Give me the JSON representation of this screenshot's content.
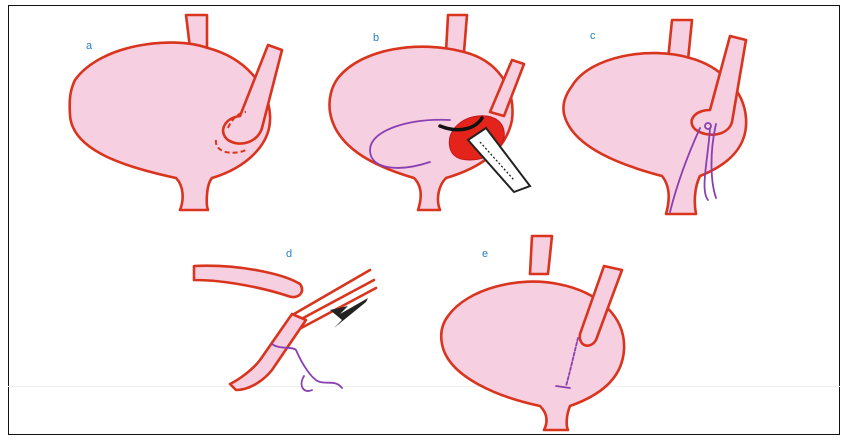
{
  "figure": {
    "panels": [
      {
        "id": "a",
        "label": "a"
      },
      {
        "id": "b",
        "label": "b"
      },
      {
        "id": "c",
        "label": "c"
      },
      {
        "id": "d",
        "label": "d"
      },
      {
        "id": "e",
        "label": "e"
      }
    ]
  },
  "colors": {
    "tissue_fill": "#f6cfe0",
    "outline": "#d9341e",
    "suture": "#8a3fb2",
    "label": "#2a7fc0",
    "clamp": "#222222",
    "stapled_tissue": "#e4241b"
  }
}
